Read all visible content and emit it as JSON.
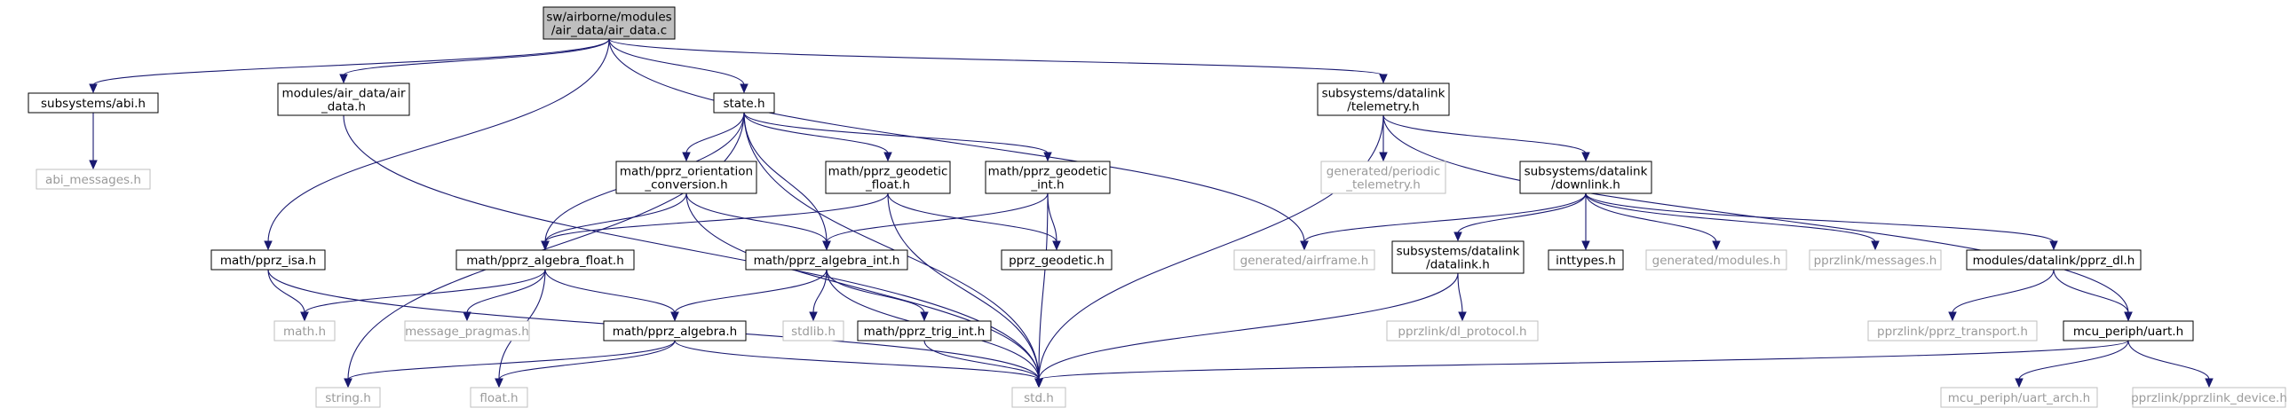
{
  "colors": {
    "edge": "#191970",
    "box_border": "#000000",
    "ghost_border": "#bfbfbf",
    "ghost_text": "#9a9a9a",
    "root_fill": "#bfbfbf"
  },
  "nodes": [
    {
      "id": "root",
      "lines": [
        "sw/airborne/modules",
        "/air_data/air_data.c"
      ],
      "style": "root"
    },
    {
      "id": "abi",
      "lines": [
        "subsystems/abi.h"
      ],
      "style": "normal"
    },
    {
      "id": "airdata_h",
      "lines": [
        "modules/air_data/air",
        "_data.h"
      ],
      "style": "normal"
    },
    {
      "id": "state",
      "lines": [
        "state.h"
      ],
      "style": "normal"
    },
    {
      "id": "telemetry",
      "lines": [
        "subsystems/datalink",
        "/telemetry.h"
      ],
      "style": "normal"
    },
    {
      "id": "abi_msgs",
      "lines": [
        "abi_messages.h"
      ],
      "style": "ghost"
    },
    {
      "id": "orient",
      "lines": [
        "math/pprz_orientation",
        "_conversion.h"
      ],
      "style": "normal"
    },
    {
      "id": "geo_float",
      "lines": [
        "math/pprz_geodetic",
        "_float.h"
      ],
      "style": "normal"
    },
    {
      "id": "geo_int",
      "lines": [
        "math/pprz_geodetic",
        "_int.h"
      ],
      "style": "normal"
    },
    {
      "id": "periodic",
      "lines": [
        "generated/periodic",
        "_telemetry.h"
      ],
      "style": "ghost"
    },
    {
      "id": "downlink",
      "lines": [
        "subsystems/datalink",
        "/downlink.h"
      ],
      "style": "normal"
    },
    {
      "id": "isa",
      "lines": [
        "math/pprz_isa.h"
      ],
      "style": "normal"
    },
    {
      "id": "alg_float",
      "lines": [
        "math/pprz_algebra_float.h"
      ],
      "style": "normal"
    },
    {
      "id": "alg_int",
      "lines": [
        "math/pprz_algebra_int.h"
      ],
      "style": "normal"
    },
    {
      "id": "pprz_geodetic",
      "lines": [
        "pprz_geodetic.h"
      ],
      "style": "normal"
    },
    {
      "id": "airframe",
      "lines": [
        "generated/airframe.h"
      ],
      "style": "ghost"
    },
    {
      "id": "datalink_h",
      "lines": [
        "subsystems/datalink",
        "/datalink.h"
      ],
      "style": "normal"
    },
    {
      "id": "inttypes",
      "lines": [
        "inttypes.h"
      ],
      "style": "normal"
    },
    {
      "id": "modules_h",
      "lines": [
        "generated/modules.h"
      ],
      "style": "ghost"
    },
    {
      "id": "messages_h",
      "lines": [
        "pprzlink/messages.h"
      ],
      "style": "ghost"
    },
    {
      "id": "pprz_dl",
      "lines": [
        "modules/datalink/pprz_dl.h"
      ],
      "style": "normal"
    },
    {
      "id": "math_h",
      "lines": [
        "math.h"
      ],
      "style": "ghost"
    },
    {
      "id": "msg_pragmas",
      "lines": [
        "message_pragmas.h"
      ],
      "style": "ghost"
    },
    {
      "id": "algebra",
      "lines": [
        "math/pprz_algebra.h"
      ],
      "style": "normal"
    },
    {
      "id": "stdlib",
      "lines": [
        "stdlib.h"
      ],
      "style": "ghost"
    },
    {
      "id": "trig",
      "lines": [
        "math/pprz_trig_int.h"
      ],
      "style": "normal"
    },
    {
      "id": "dl_protocol",
      "lines": [
        "pprzlink/dl_protocol.h"
      ],
      "style": "ghost"
    },
    {
      "id": "pprz_transport",
      "lines": [
        "pprzlink/pprz_transport.h"
      ],
      "style": "ghost"
    },
    {
      "id": "uart",
      "lines": [
        "mcu_periph/uart.h"
      ],
      "style": "normal"
    },
    {
      "id": "string_h",
      "lines": [
        "string.h"
      ],
      "style": "ghost"
    },
    {
      "id": "float_h",
      "lines": [
        "float.h"
      ],
      "style": "ghost"
    },
    {
      "id": "std_h",
      "lines": [
        "std.h"
      ],
      "style": "ghost"
    },
    {
      "id": "uart_arch",
      "lines": [
        "mcu_periph/uart_arch.h"
      ],
      "style": "ghost"
    },
    {
      "id": "pprzlink_device",
      "lines": [
        "pprzlink/pprzlink_device.h"
      ],
      "style": "ghost"
    }
  ],
  "edges": [
    [
      "root",
      "abi"
    ],
    [
      "root",
      "airdata_h"
    ],
    [
      "root",
      "state"
    ],
    [
      "root",
      "isa"
    ],
    [
      "root",
      "airframe"
    ],
    [
      "root",
      "telemetry"
    ],
    [
      "abi",
      "abi_msgs"
    ],
    [
      "airdata_h",
      "std_h"
    ],
    [
      "state",
      "orient"
    ],
    [
      "state",
      "geo_float"
    ],
    [
      "state",
      "geo_int"
    ],
    [
      "state",
      "alg_float"
    ],
    [
      "state",
      "alg_int"
    ],
    [
      "state",
      "std_h"
    ],
    [
      "state",
      "string_h"
    ],
    [
      "telemetry",
      "periodic"
    ],
    [
      "telemetry",
      "downlink"
    ],
    [
      "telemetry",
      "std_h"
    ],
    [
      "telemetry",
      "uart"
    ],
    [
      "orient",
      "alg_float"
    ],
    [
      "orient",
      "alg_int"
    ],
    [
      "orient",
      "std_h"
    ],
    [
      "geo_float",
      "alg_float"
    ],
    [
      "geo_float",
      "pprz_geodetic"
    ],
    [
      "geo_float",
      "std_h"
    ],
    [
      "geo_int",
      "alg_int"
    ],
    [
      "geo_int",
      "pprz_geodetic"
    ],
    [
      "geo_int",
      "std_h"
    ],
    [
      "downlink",
      "airframe"
    ],
    [
      "downlink",
      "datalink_h"
    ],
    [
      "downlink",
      "inttypes"
    ],
    [
      "downlink",
      "modules_h"
    ],
    [
      "downlink",
      "messages_h"
    ],
    [
      "downlink",
      "pprz_dl"
    ],
    [
      "isa",
      "math_h"
    ],
    [
      "isa",
      "std_h"
    ],
    [
      "alg_float",
      "math_h"
    ],
    [
      "alg_float",
      "msg_pragmas"
    ],
    [
      "alg_float",
      "algebra"
    ],
    [
      "alg_float",
      "float_h"
    ],
    [
      "alg_int",
      "algebra"
    ],
    [
      "alg_int",
      "stdlib"
    ],
    [
      "alg_int",
      "trig"
    ],
    [
      "alg_int",
      "std_h"
    ],
    [
      "datalink_h",
      "dl_protocol"
    ],
    [
      "datalink_h",
      "std_h"
    ],
    [
      "pprz_dl",
      "pprz_transport"
    ],
    [
      "pprz_dl",
      "uart"
    ],
    [
      "algebra",
      "string_h"
    ],
    [
      "algebra",
      "float_h"
    ],
    [
      "algebra",
      "std_h"
    ],
    [
      "trig",
      "std_h"
    ],
    [
      "uart",
      "std_h"
    ],
    [
      "uart",
      "uart_arch"
    ],
    [
      "uart",
      "pprzlink_device"
    ]
  ]
}
